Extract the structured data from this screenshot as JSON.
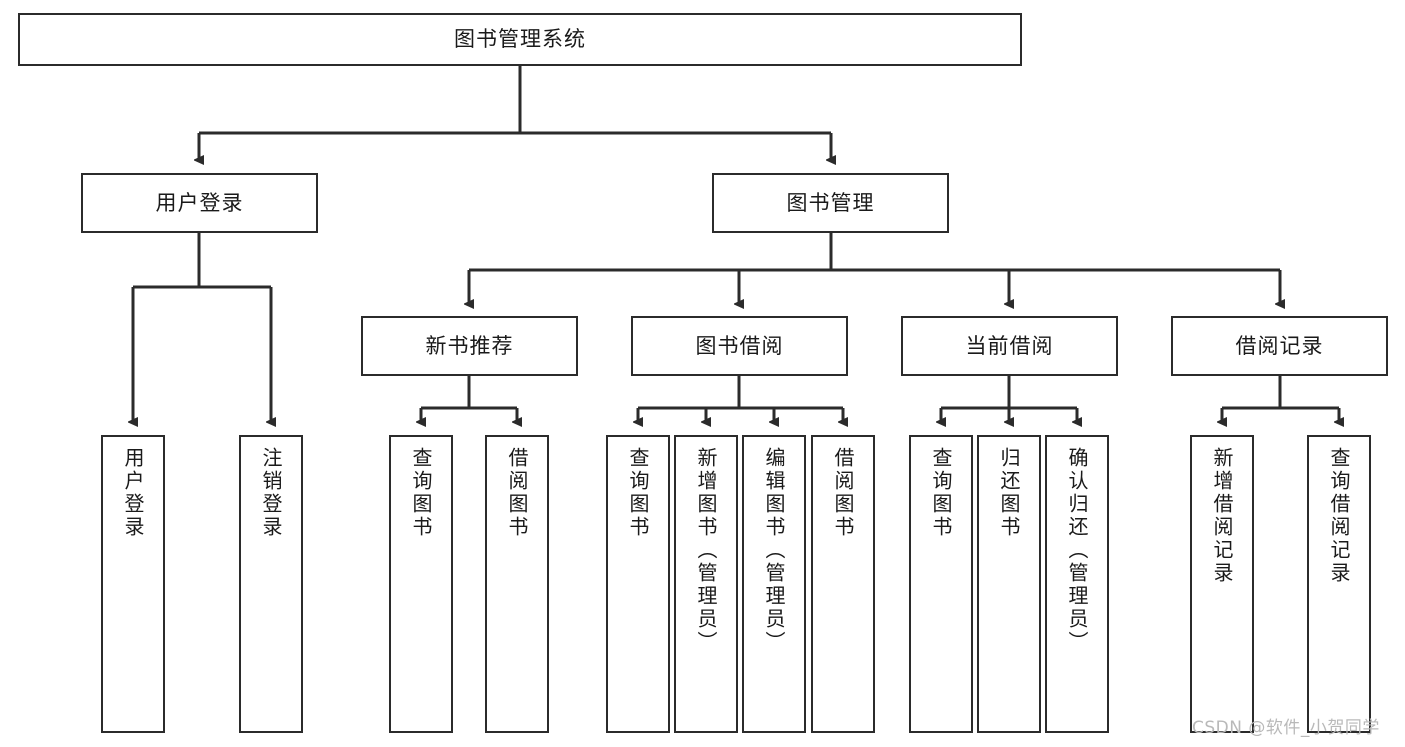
{
  "diagram": {
    "title": "图书管理系统",
    "type": "tree",
    "colors": {
      "box_border": "#2b2b2b",
      "box_fill": "#ffffff",
      "edge": "#2b2b2b",
      "text": "#1a1a1a",
      "watermark": "#b9b9b9",
      "background": "#ffffff"
    },
    "nodes": {
      "root": {
        "label": "图书管理系统"
      },
      "level2": [
        {
          "label": "用户登录"
        },
        {
          "label": "图书管理"
        }
      ],
      "level3": [
        {
          "label": "新书推荐"
        },
        {
          "label": "图书借阅"
        },
        {
          "label": "当前借阅"
        },
        {
          "label": "借阅记录"
        }
      ],
      "leaves_user_login": [
        {
          "label": "用户登录"
        },
        {
          "label": "注销登录"
        }
      ],
      "leaves_new_book": [
        {
          "label": "查询图书"
        },
        {
          "label": "借阅图书"
        }
      ],
      "leaves_borrow": [
        {
          "label": "查询图书"
        },
        {
          "label": "新增图书（管理员）"
        },
        {
          "label": "编辑图书（管理员）"
        },
        {
          "label": "借阅图书"
        }
      ],
      "leaves_current": [
        {
          "label": "查询图书"
        },
        {
          "label": "归还图书"
        },
        {
          "label": "确认归还（管理员）"
        }
      ],
      "leaves_record": [
        {
          "label": "新增借阅记录"
        },
        {
          "label": "查询借阅记录"
        }
      ]
    },
    "watermark": "CSDN @软件_小贺同学"
  }
}
